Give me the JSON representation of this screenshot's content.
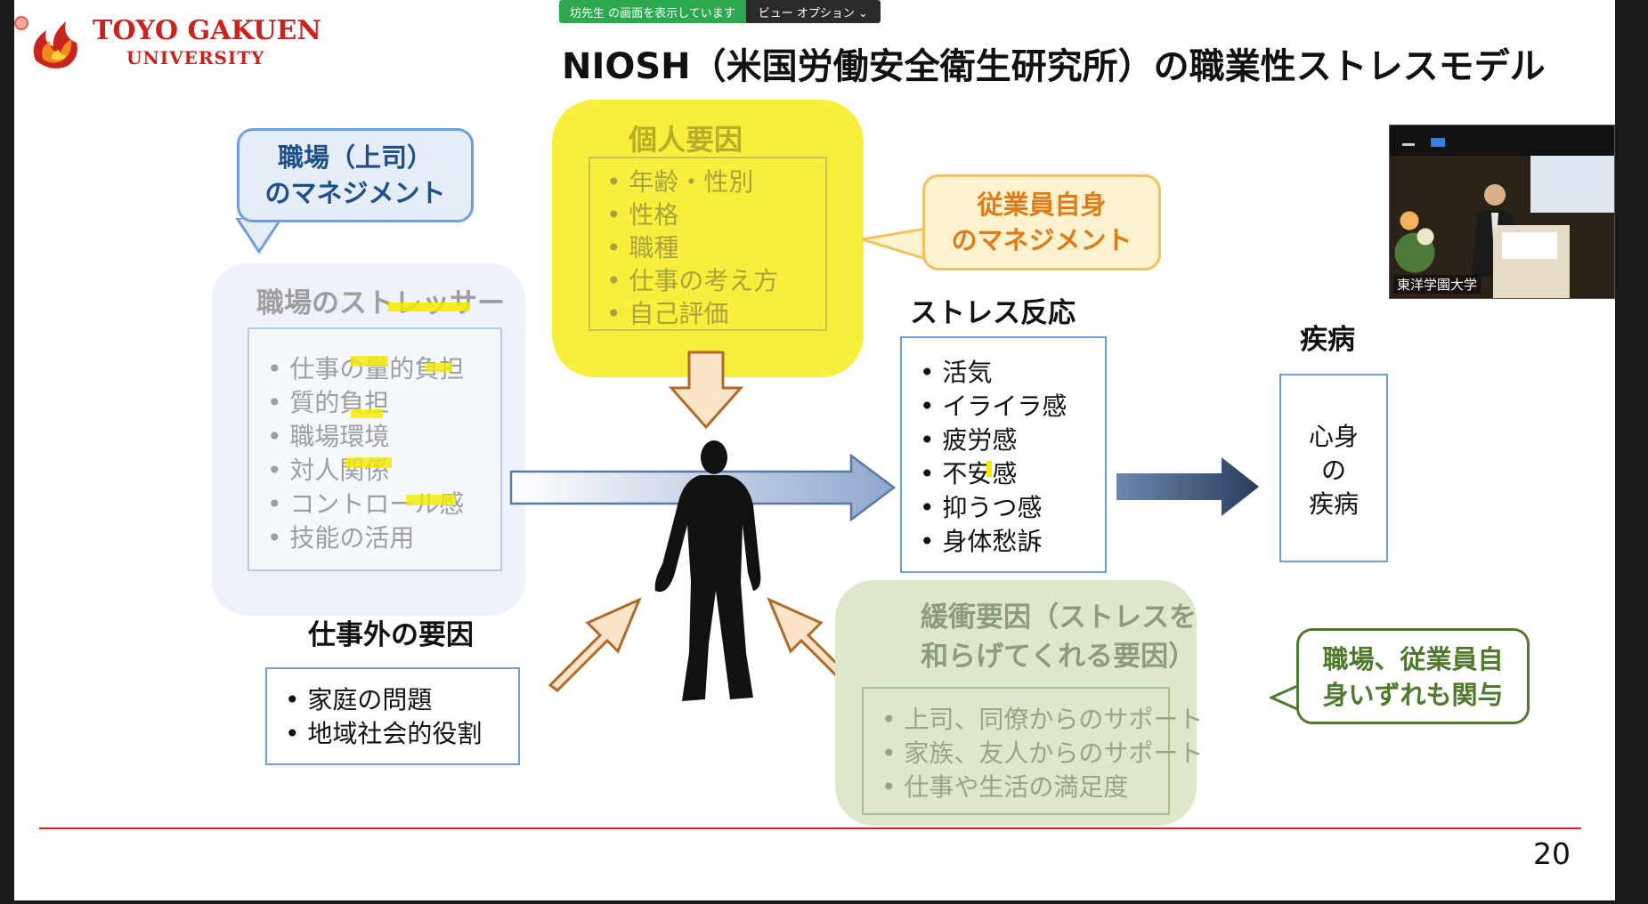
{
  "zoom": {
    "share_status": "坊先生 の画面を表示しています",
    "view_options": "ビュー オプション ⌄"
  },
  "logo": {
    "line1": "TOYO GAKUEN",
    "line2": "UNIVERSITY"
  },
  "title": "NIOSH（米国労働安全衛生研究所）の職業性ストレスモデル",
  "mgmt_bubble": {
    "line1": "職場（上司）",
    "line2": "のマネジメント"
  },
  "stressors": {
    "heading": "職場のストレッサー",
    "items": [
      "仕事の量的負担",
      "質的負担",
      "職場環境",
      "対人関係",
      "コントロール感",
      "技能の活用"
    ]
  },
  "individual": {
    "heading": "個人要因",
    "items": [
      "年齢・性別",
      "性格",
      "職種",
      "仕事の考え方",
      "自己評価"
    ]
  },
  "employee_bubble": {
    "line1": "従業員自身",
    "line2": "のマネジメント"
  },
  "stress_reaction": {
    "heading": "ストレス反応",
    "items": [
      "活気",
      "イライラ感",
      "疲労感",
      "不安感",
      "抑うつ感",
      "身体愁訴"
    ]
  },
  "disease": {
    "heading": "疾病",
    "lines": [
      "心身",
      "の",
      "疾病"
    ]
  },
  "non_work": {
    "heading": "仕事外の要因",
    "items": [
      "家庭の問題",
      "地域社会的役割"
    ]
  },
  "buffer": {
    "heading_line1": "緩衝要因（ストレスを",
    "heading_line2": "和らげてくれる要因）",
    "items": [
      "上司、同僚からのサポート",
      "家族、友人からのサポート",
      "仕事や生活の満足度"
    ]
  },
  "both_bubble": {
    "line1": "職場、従業員自",
    "line2": "身いずれも関与"
  },
  "page_number": "20",
  "video": {
    "caption": "東洋学園大学"
  },
  "colors": {
    "brand_red": "#c8231f",
    "accent_yellow": "#f5ea00",
    "share_green": "#2ea84f",
    "box_blue": "#6f9fd8",
    "bubble_orange": "#e07b1a",
    "bubble_green": "#4f7a2d"
  }
}
